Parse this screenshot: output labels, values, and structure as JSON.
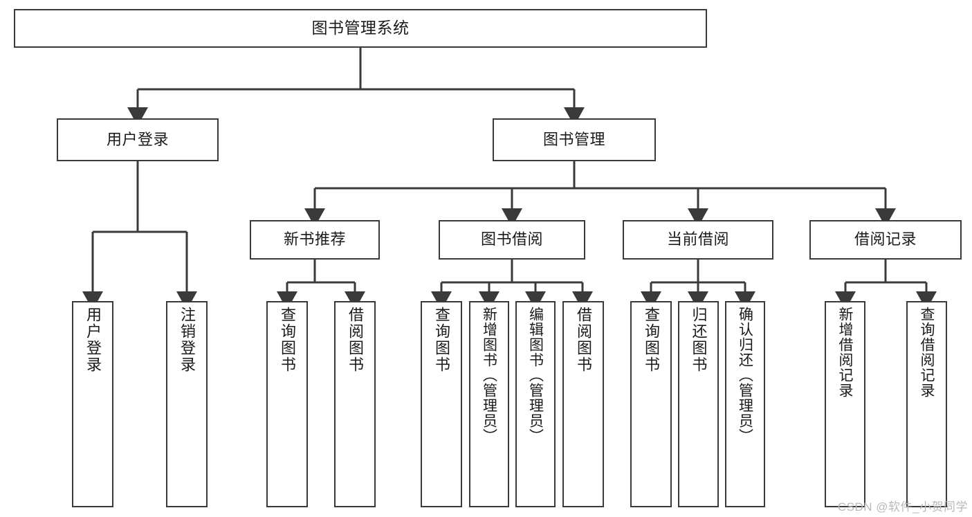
{
  "diagram": {
    "title": "图书管理系统",
    "type": "tree-hierarchy-chart",
    "root": {
      "label": "图书管理系统"
    },
    "level2": [
      {
        "label": "用户登录"
      },
      {
        "label": "图书管理"
      }
    ],
    "level3": [
      {
        "label": "新书推荐"
      },
      {
        "label": "图书借阅"
      },
      {
        "label": "当前借阅"
      },
      {
        "label": "借阅记录"
      }
    ],
    "leaves": {
      "user_login": [
        {
          "label": "用户登录"
        },
        {
          "label": "注销登录"
        }
      ],
      "new_book_recommend": [
        {
          "label": "查询图书"
        },
        {
          "label": "借阅图书"
        }
      ],
      "book_borrow": [
        {
          "label": "查询图书"
        },
        {
          "label": "新增图书（管理员）"
        },
        {
          "label": "编辑图书（管理员）"
        },
        {
          "label": "借阅图书"
        }
      ],
      "current_borrow": [
        {
          "label": "查询图书"
        },
        {
          "label": "归还图书"
        },
        {
          "label": "确认归还（管理员）"
        }
      ],
      "borrow_record": [
        {
          "label": "新增借阅记录"
        },
        {
          "label": "查询借阅记录"
        }
      ]
    },
    "watermark": "CSDN @软件_小贺同学",
    "colors": {
      "stroke": "#3a3a3a",
      "fill": "#ffffff",
      "text": "#1a1a1a",
      "watermark": "#b9b9b9"
    }
  }
}
